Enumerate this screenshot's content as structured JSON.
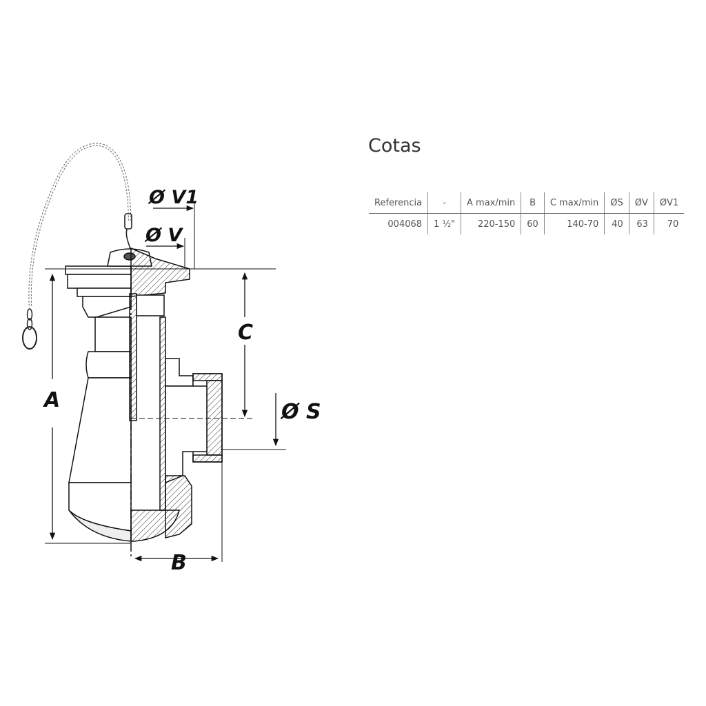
{
  "title": "Cotas",
  "labels": {
    "v1": "Ø V1",
    "v": "Ø V",
    "c": "C",
    "s": "Ø S",
    "a": "A",
    "b": "B"
  },
  "table": {
    "headers": [
      "Referencia",
      "-",
      "A max/min",
      "B",
      "C max/min",
      "ØS",
      "ØV",
      "ØV1"
    ],
    "rows": [
      [
        "004068",
        "1 ½\"",
        "220-150",
        "60",
        "140-70",
        "40",
        "63",
        "70"
      ]
    ]
  }
}
